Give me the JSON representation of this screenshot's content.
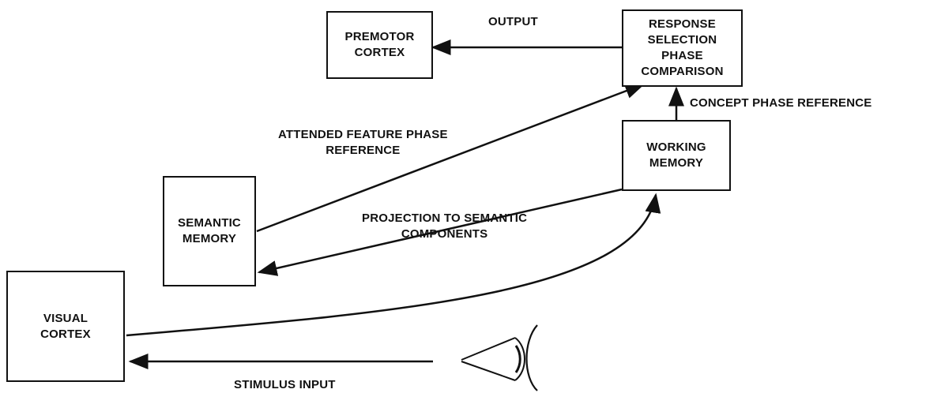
{
  "nodes": {
    "premotor_cortex": "PREMOTOR\nCORTEX",
    "response_selection": "RESPONSE\nSELECTION\nPHASE\nCOMPARISON",
    "working_memory": "WORKING\nMEMORY",
    "semantic_memory": "SEMANTIC\nMEMORY",
    "visual_cortex": "VISUAL\nCORTEX"
  },
  "labels": {
    "output": "OUTPUT",
    "concept_phase_reference": "CONCEPT PHASE REFERENCE",
    "attended_feature_phase_reference": "ATTENDED FEATURE PHASE\nREFERENCE",
    "projection_to_semantic_components": "PROJECTION TO SEMANTIC\nCOMPONENTS",
    "stimulus_input": "STIMULUS INPUT"
  },
  "colors": {
    "line": "#111111",
    "background": "#ffffff"
  }
}
